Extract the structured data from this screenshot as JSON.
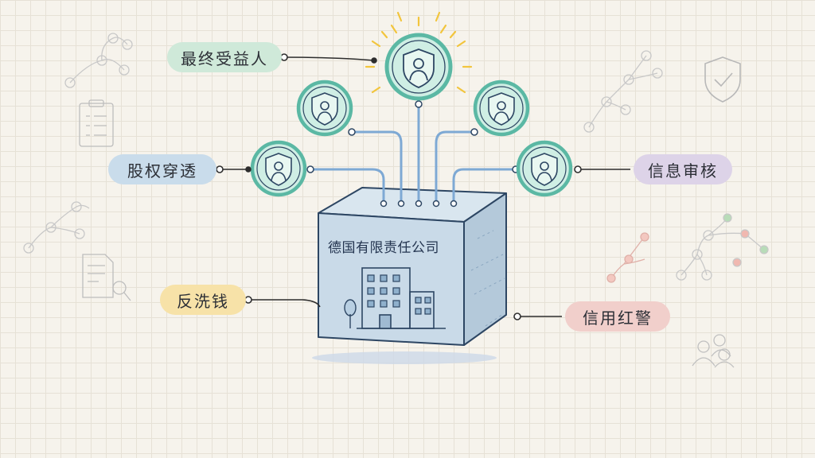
{
  "company": "德国有限责任公司",
  "labels": {
    "beneficial_owner": "最终受益人",
    "equity_penetration": "股权穿透",
    "anti_money_laundering": "反洗钱",
    "info_review": "信息审核",
    "credit_alert": "信用红警"
  },
  "colors": {
    "background": "#f6f3ec",
    "box_front": "#c9dae8",
    "box_top": "#d9e6ef",
    "box_side": "#b4c9da",
    "outline": "#2d4663",
    "shield_ring": "#5bb8a4",
    "shield_fill": "#cfeee4",
    "sun_rays": "#f2c53d",
    "pill_green": "#cfe9d9",
    "pill_blue": "#c9dceb",
    "pill_yellow": "#f7e2a8",
    "pill_purple": "#ddd3e8",
    "pill_pink": "#f1cfcb"
  },
  "icons": [
    "shield-person-icon",
    "building-icon",
    "tree-icon",
    "clipboard-icon",
    "document-search-icon",
    "shield-check-icon",
    "tree-network-icon",
    "people-group-icon"
  ]
}
